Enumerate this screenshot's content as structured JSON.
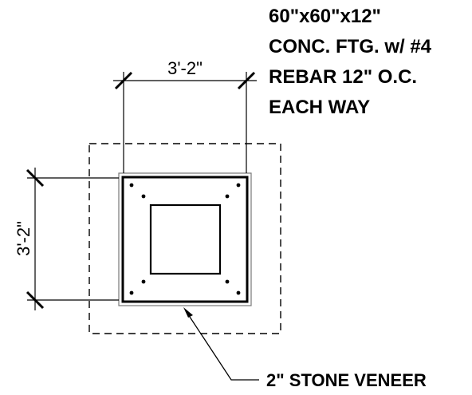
{
  "footing_note": {
    "lines": [
      "60\"x60\"x12\"",
      "CONC. FTG. w/ #4",
      "REBAR 12\" O.C.",
      "EACH WAY"
    ]
  },
  "dimensions": {
    "horizontal": "3'-2\"",
    "vertical": "3'-2\""
  },
  "callout": {
    "label": "2\" STONE VENEER"
  },
  "colors": {
    "line": "#000000",
    "veneer": "#777777"
  }
}
